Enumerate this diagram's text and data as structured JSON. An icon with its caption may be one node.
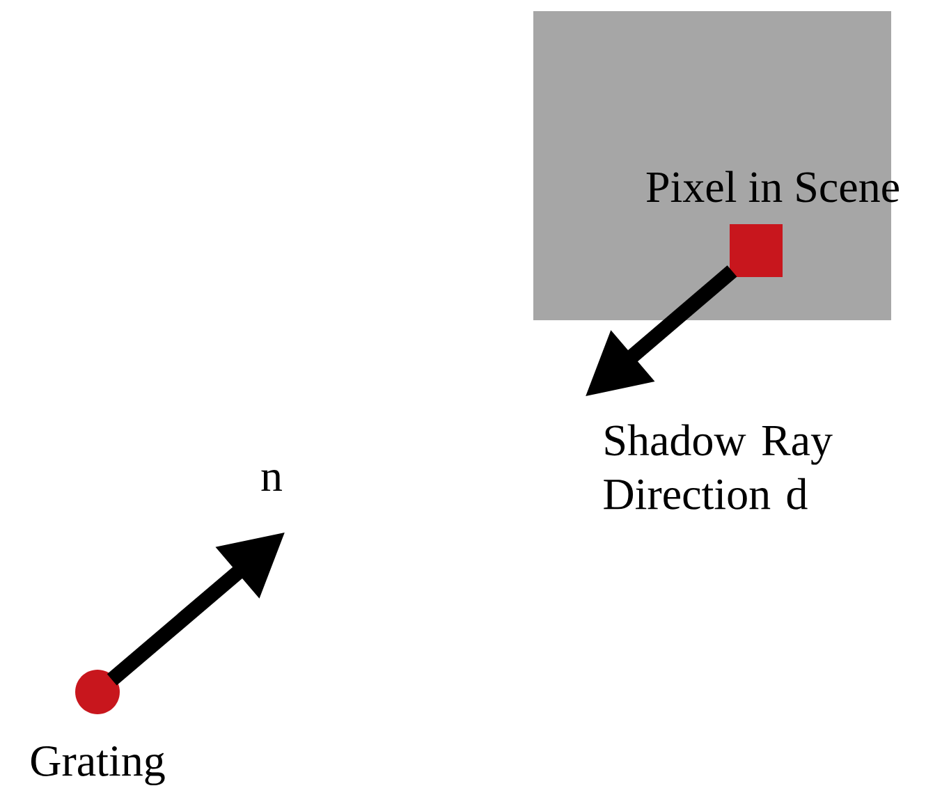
{
  "diagram": {
    "nodes": [
      {
        "text": [
          "Pixel in Scene"
        ]
      },
      {
        "text": [],
        "shape": "box",
        "in": 0
      },
      {
        "text": [],
        "shape": "circle",
        "beside": [
          "Grating"
        ]
      }
    ],
    "edges": [
      {
        "from": 1,
        "to": null,
        "arrow": "to",
        "label": "Shadow Ray Direction d"
      },
      {
        "from": 2,
        "to": null,
        "arrow": "to",
        "label": "n"
      }
    ]
  }
}
